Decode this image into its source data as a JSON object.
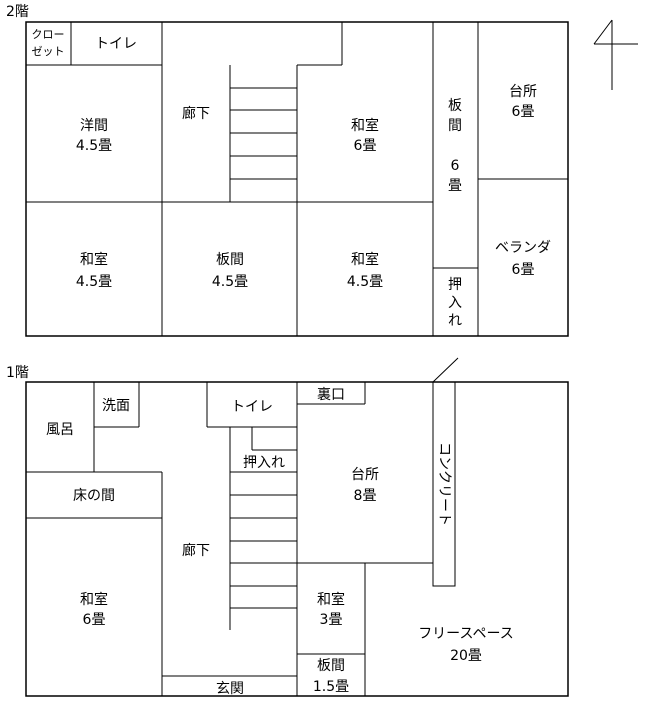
{
  "floor2": {
    "title": "2階",
    "rooms": {
      "closet_1": "クロー",
      "closet_2": "ゼット",
      "toilet": "トイレ",
      "western": "洋間",
      "western_size": "4.5畳",
      "hall": "廊下",
      "washitsu6": "和室",
      "washitsu6_size": "6畳",
      "itama6_c1": "板",
      "itama6_c2": "間",
      "itama6_c3": "6",
      "itama6_c4": "畳",
      "kitchen": "台所",
      "kitchen_size": "6畳",
      "washitsu_a": "和室",
      "washitsu_a_size": "4.5畳",
      "itama": "板間",
      "itama_size": "4.5畳",
      "washitsu_b": "和室",
      "washitsu_b_size": "4.5畳",
      "veranda": "ベランダ",
      "veranda_size": "6畳",
      "oshiire_c1": "押",
      "oshiire_c2": "入",
      "oshiire_c3": "れ"
    }
  },
  "floor1": {
    "title": "1階",
    "rooms": {
      "sink": "洗面",
      "bath": "風呂",
      "toilet": "トイレ",
      "back_door": "裏口",
      "oshiire": "押入れ",
      "kitchen": "台所",
      "kitchen_size": "8畳",
      "tokonoma": "床の間",
      "hall": "廊下",
      "concrete": "コンクリート",
      "washitsu6": "和室",
      "washitsu6_size": "6畳",
      "washitsu3": "和室",
      "washitsu3_size": "3畳",
      "free_space": "フリースペース",
      "free_space_size": "20畳",
      "entrance": "玄関",
      "itama": "板間",
      "itama_size": "1.5畳"
    }
  },
  "icons": [
    "north-arrow-icon"
  ]
}
